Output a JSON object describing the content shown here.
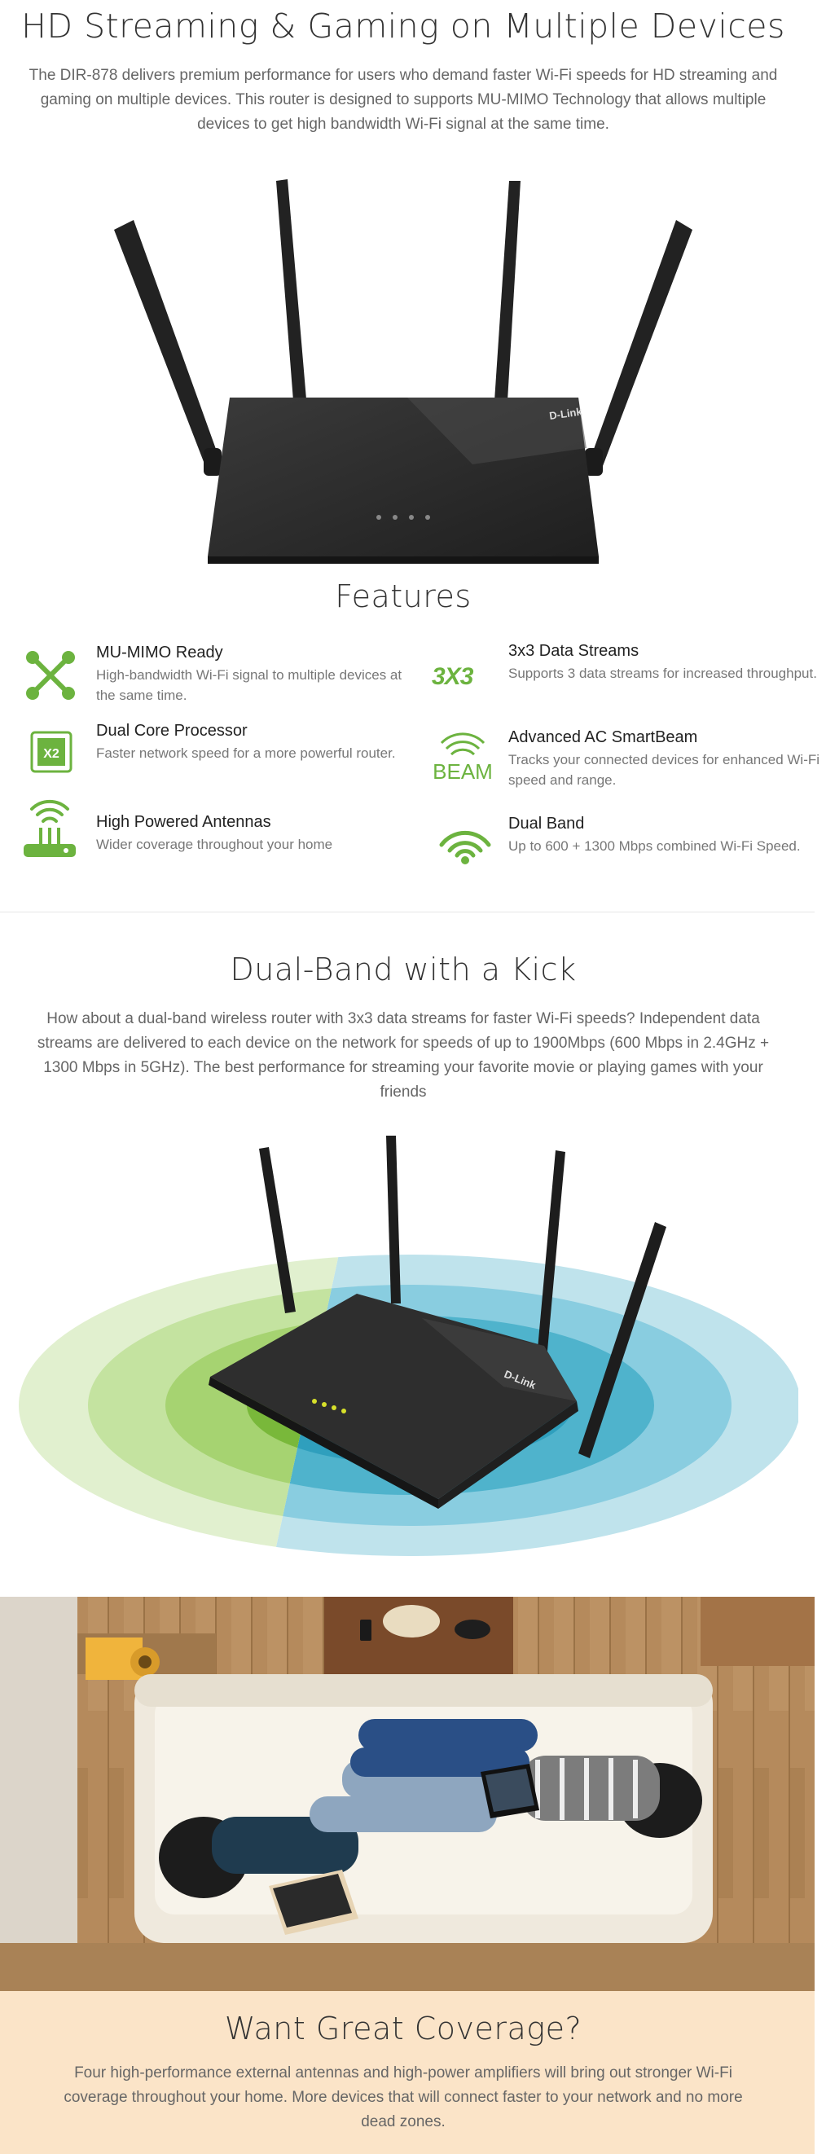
{
  "hero": {
    "title": "HD Streaming & Gaming on Multiple Devices",
    "description": "The DIR-878 delivers premium performance for users who demand faster Wi-Fi speeds for HD streaming and gaming on multiple devices. This router is designed to supports MU-MIMO Technology that allows multiple devices to get high bandwidth Wi-Fi signal at the same time."
  },
  "router_brand": "D-Link",
  "features": {
    "title": "Features",
    "items": [
      {
        "icon": "mu-mimo-icon",
        "title": "MU-MIMO Ready",
        "desc": "High-bandwidth Wi-Fi signal to multiple devices at the same time."
      },
      {
        "icon": "data-streams-icon",
        "icon_text": "3X3",
        "title": "3x3 Data Streams",
        "desc": "Supports 3 data streams for increased throughput."
      },
      {
        "icon": "dual-core-icon",
        "icon_text": "X2",
        "title": "Dual Core Processor",
        "desc": "Faster network speed for a more powerful router."
      },
      {
        "icon": "smartbeam-icon",
        "icon_text": "BEAM",
        "title": "Advanced AC SmartBeam",
        "desc": "Tracks your connected devices for enhanced Wi-Fi speed and range."
      },
      {
        "icon": "antenna-icon",
        "title": "High Powered Antennas",
        "desc": "Wider coverage throughout your home"
      },
      {
        "icon": "dual-band-icon",
        "title": "Dual Band",
        "desc": "Up to 600 + 1300 Mbps combined Wi-Fi Speed."
      }
    ]
  },
  "dualband": {
    "title": "Dual-Band with a Kick",
    "description": "How about a dual-band wireless router with 3x3 data streams for faster Wi-Fi speeds? Independent data streams are delivered to each device on the network for speeds of up to 1900Mbps (600 Mbps in 2.4GHz + 1300 Mbps in 5GHz). The best performance for streaming your favorite movie or playing games with your friends"
  },
  "coverage": {
    "title": "Want Great Coverage?",
    "description": "Four high-performance external antennas and high-power amplifiers will bring out stronger Wi-Fi coverage throughout your home. More devices that will connect faster to your network and no more dead zones."
  },
  "colors": {
    "accent_green": "#6cb33f",
    "router_black": "#2b2b2b",
    "coverage_band": "#fbe4c8",
    "signal_blue": "#4fb3cc",
    "signal_green": "#8cc63f"
  }
}
